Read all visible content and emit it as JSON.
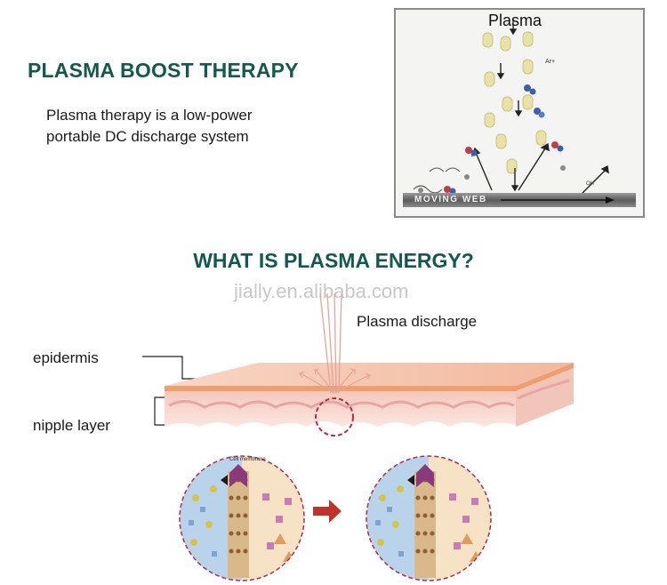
{
  "header": {
    "title": "PLASMA BOOST THERAPY",
    "intro_line1": "Plasma therapy is a low-power",
    "intro_line2": "portable DC discharge system"
  },
  "diagram_top": {
    "label": "Plasma",
    "web_label": "MOVING WEB",
    "molecule_label": "Ar+",
    "oh_label": "OH"
  },
  "section": {
    "title": "WHAT IS PLASMA ENERGY?",
    "watermark": "jially.en.alibaba.com"
  },
  "skin_diagram": {
    "discharge_label": "Plasma discharge",
    "layer1_label": "epidermis",
    "layer2_label": "nipple layer",
    "cell_label": "Cell membrane"
  },
  "colors": {
    "heading": "#145a4c",
    "skin_top": "#f0b08e",
    "skin_mid": "#f6d1c8",
    "circle_dash": "#b22c4a",
    "arrow_red": "#c0332b"
  }
}
